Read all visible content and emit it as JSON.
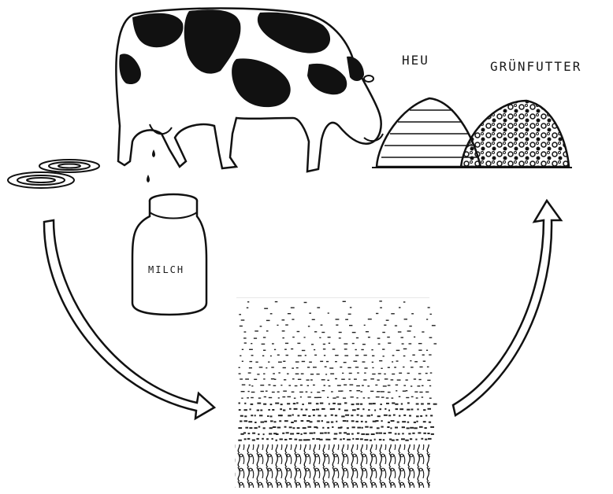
{
  "labels": {
    "heu": "HEU",
    "gruenfutter": "GRÜNFUTTER",
    "milch": "MILCH"
  },
  "colors": {
    "ink": "#111111",
    "paper": "#ffffff"
  }
}
